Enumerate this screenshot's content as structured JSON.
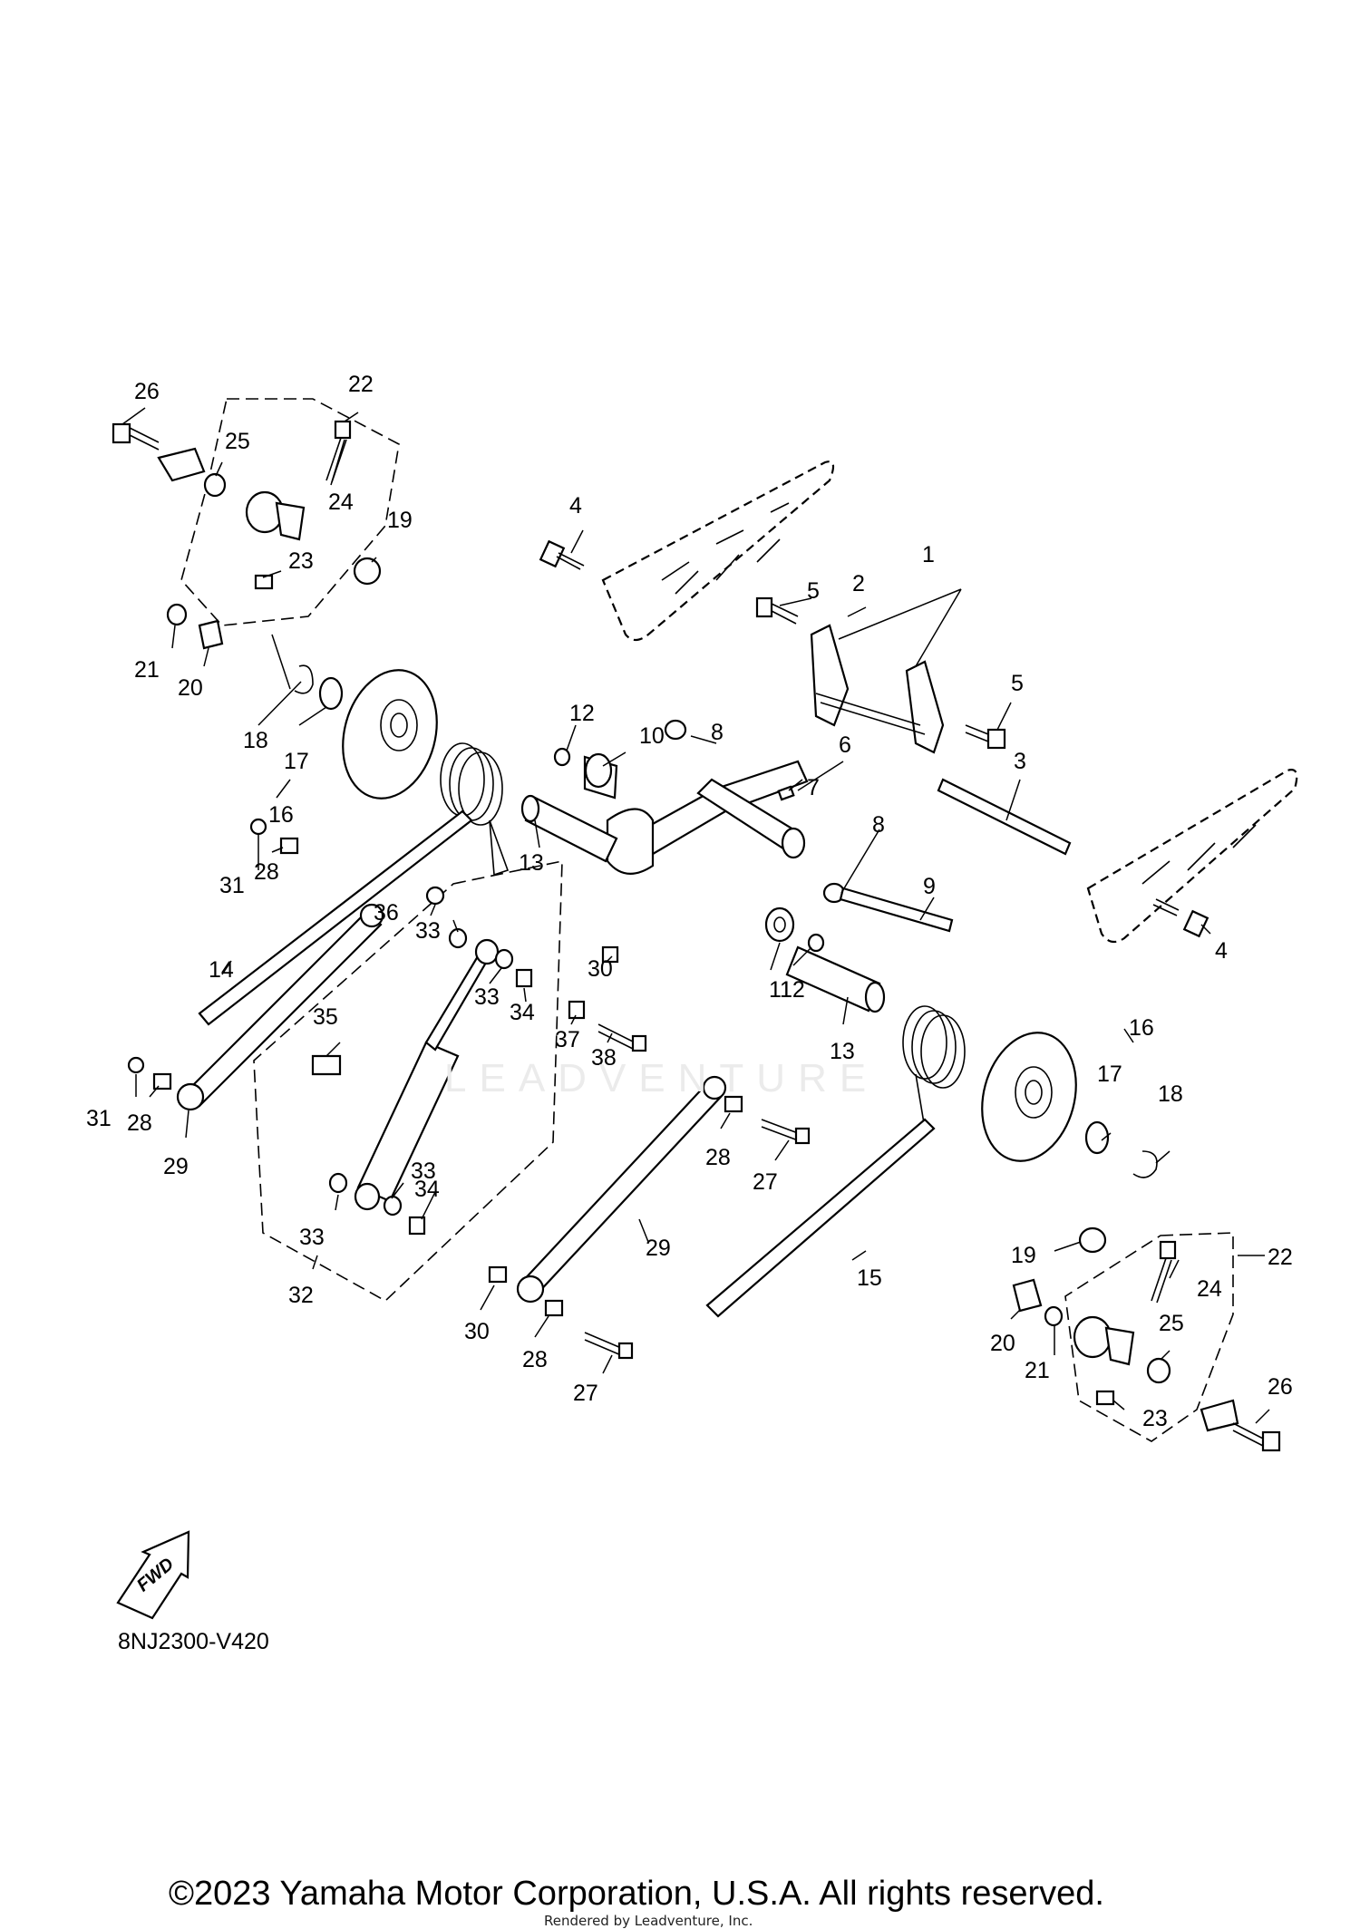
{
  "diagram": {
    "code": "8NJ2300-V420",
    "fwd_label": "FWD",
    "watermark": "LEADVENTURE",
    "copyright": "©2023 Yamaha Motor Corporation, U.S.A. All rights reserved.",
    "rendered_by": "Rendered by Leadventure, Inc.",
    "callouts": [
      "1",
      "2",
      "3",
      "4",
      "4",
      "5",
      "5",
      "6",
      "7",
      "8",
      "8",
      "9",
      "10",
      "11",
      "12",
      "12",
      "13",
      "13",
      "14",
      "15",
      "16",
      "16",
      "17",
      "17",
      "18",
      "18",
      "19",
      "19",
      "20",
      "20",
      "21",
      "21",
      "22",
      "22",
      "23",
      "23",
      "24",
      "24",
      "25",
      "25",
      "26",
      "26",
      "27",
      "27",
      "28",
      "28",
      "28",
      "28",
      "29",
      "29",
      "30",
      "30",
      "31",
      "31",
      "32",
      "33",
      "33",
      "33",
      "33",
      "34",
      "34",
      "35",
      "36",
      "37",
      "38"
    ]
  }
}
